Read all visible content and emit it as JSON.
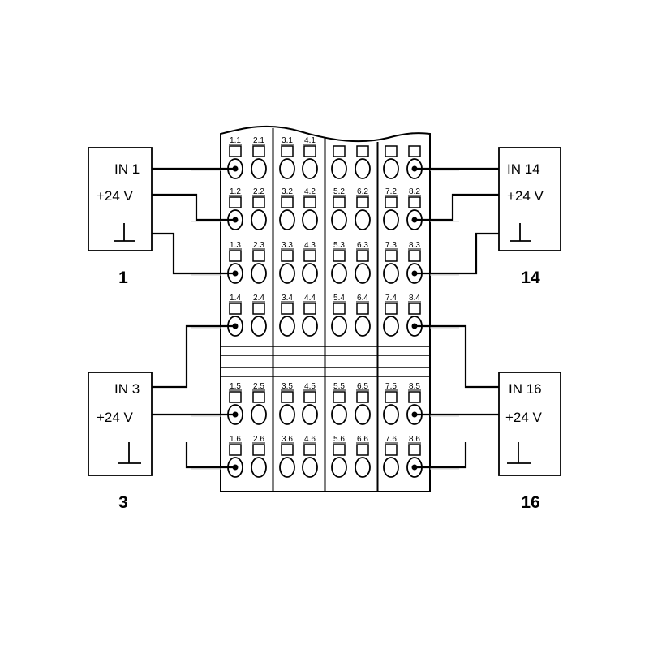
{
  "terminal_block": {
    "row_labels": [
      [
        "1.1",
        "2.1",
        "3.1",
        "4.1",
        "",
        "",
        "",
        ""
      ],
      [
        "1.2",
        "2.2",
        "3.2",
        "4.2",
        "5.2",
        "6.2",
        "7.2",
        "8.2"
      ],
      [
        "1.3",
        "2.3",
        "3.3",
        "4.3",
        "5.3",
        "6.3",
        "7.3",
        "8.3"
      ],
      [
        "1.4",
        "2.4",
        "3.4",
        "4.4",
        "5.4",
        "6.4",
        "7.4",
        "8.4"
      ],
      [
        "1.5",
        "2.5",
        "3.5",
        "4.5",
        "5.5",
        "6.5",
        "7.5",
        "8.5"
      ],
      [
        "1.6",
        "2.6",
        "3.6",
        "4.6",
        "5.6",
        "6.6",
        "7.6",
        "8.6"
      ]
    ]
  },
  "devices": [
    {
      "id": "dev-1",
      "signal": "IN 1",
      "supply": "+24 V",
      "ground": "⊥",
      "number": "1"
    },
    {
      "id": "dev-14",
      "signal": "IN 14",
      "supply": "+24 V",
      "ground": "⊥",
      "number": "14"
    },
    {
      "id": "dev-3",
      "signal": "IN 3",
      "supply": "+24 V",
      "ground": "⊥",
      "number": "3"
    },
    {
      "id": "dev-16",
      "signal": "IN 16",
      "supply": "+24 V",
      "ground": "⊥",
      "number": "16"
    }
  ]
}
